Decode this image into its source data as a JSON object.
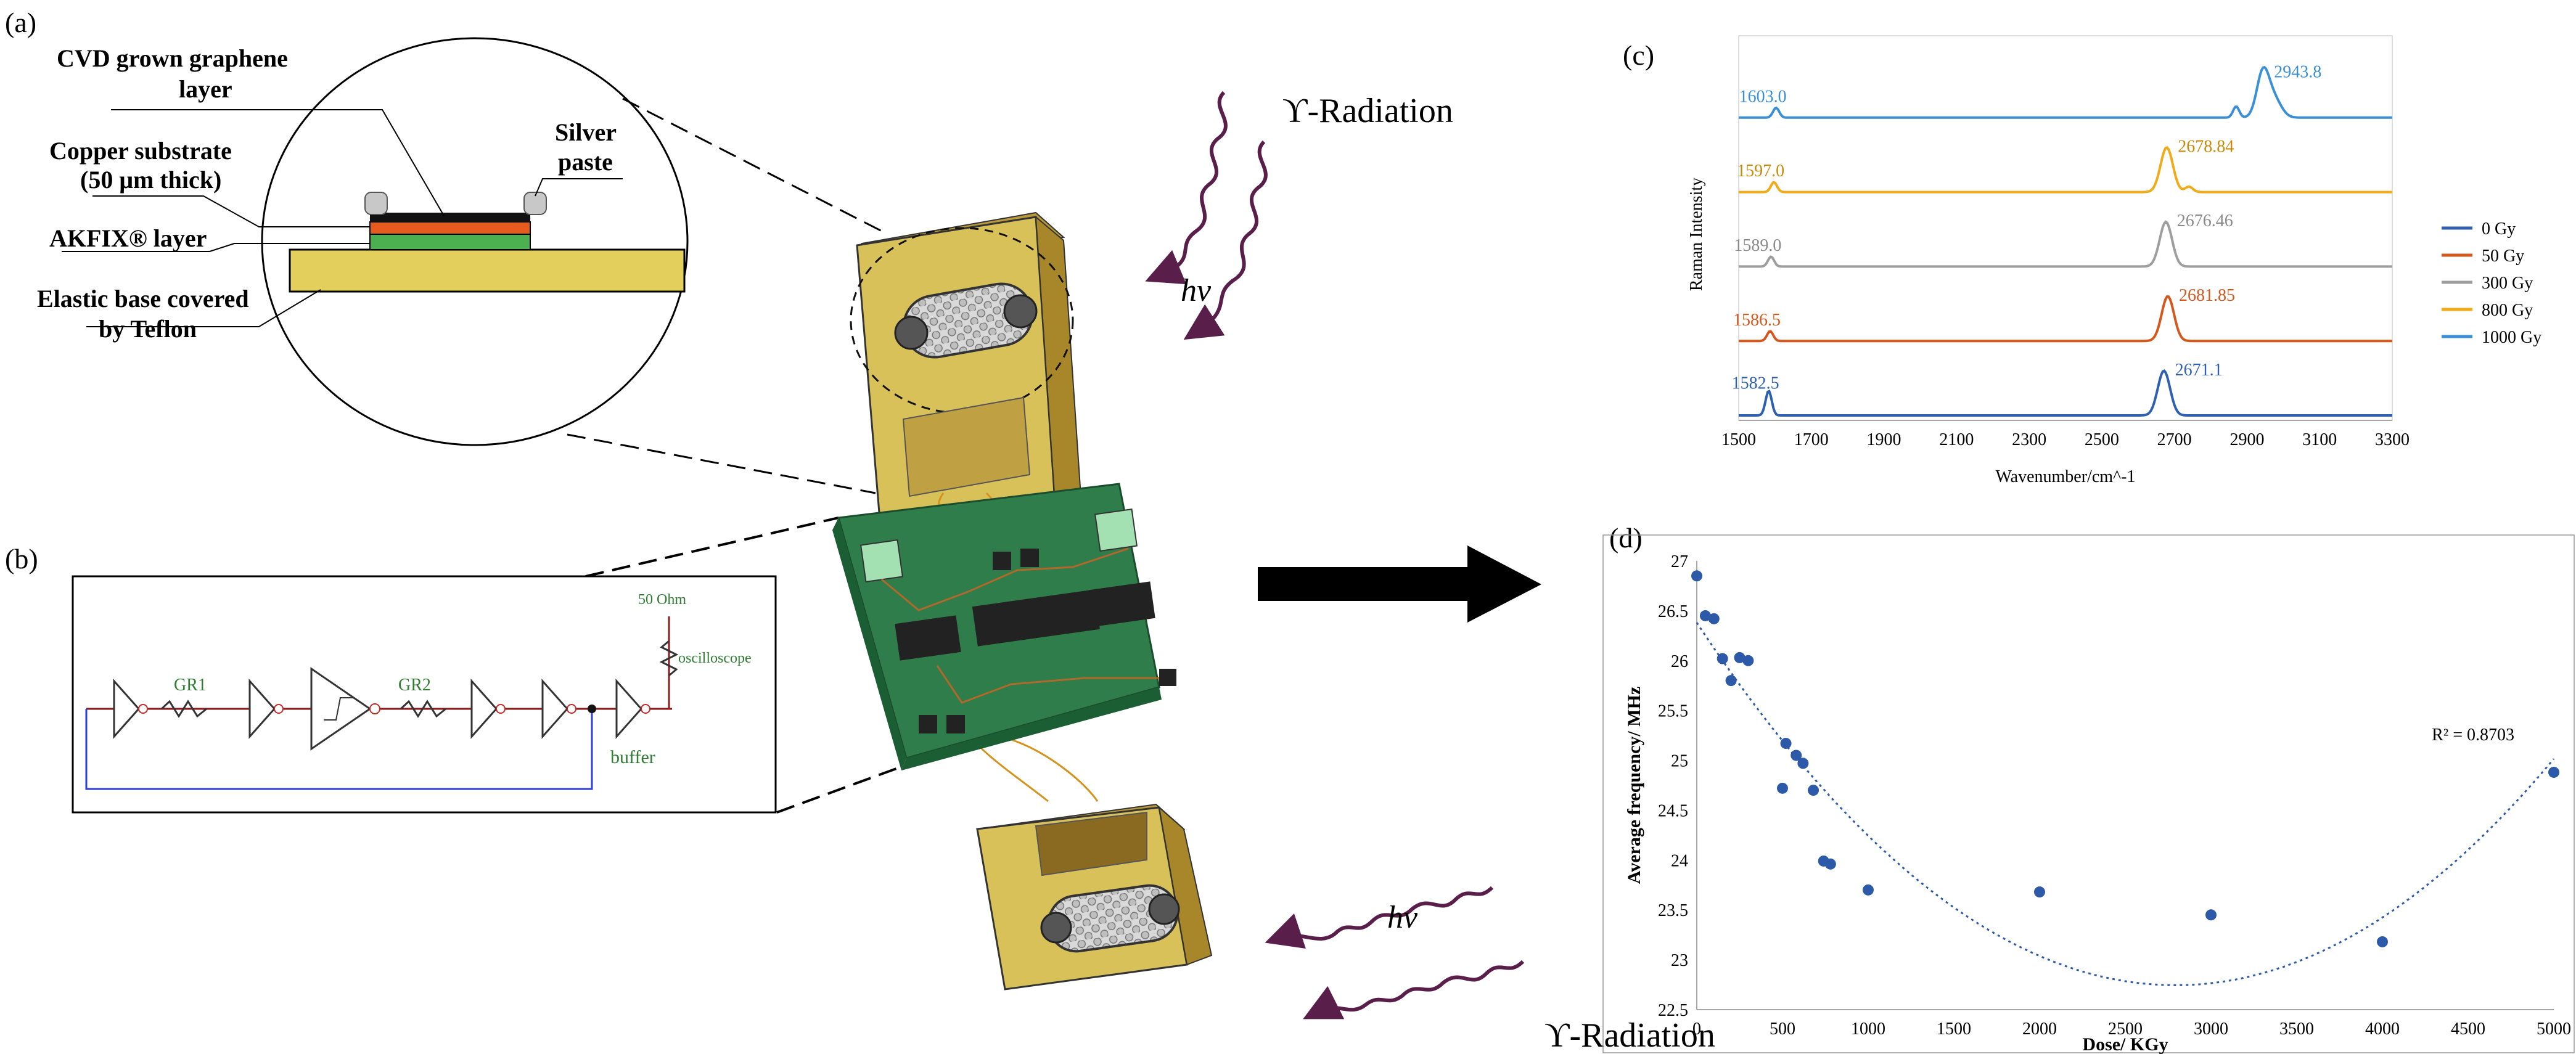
{
  "panel_a": {
    "label": "(a)",
    "graphene": "CVD grown graphene",
    "graphene_2": "layer",
    "copper": "Copper substrate",
    "copper_2": "(50 μm thick)",
    "silver": "Silver",
    "silver_2": "paste",
    "akfix": "AKFIX® layer",
    "base": "Elastic base covered",
    "base_2": "by Teflon"
  },
  "panel_b": {
    "label": "(b)",
    "gr1": "GR1",
    "gr2": "GR2",
    "ohm": "50 Ohm",
    "osc": "oscilloscope",
    "buffer": "buffer"
  },
  "radiation": {
    "gamma": "ϒ-Radiation",
    "hv": "hν"
  },
  "panel_c": {
    "label": "(c)"
  },
  "panel_d": {
    "label": "(d)"
  },
  "colors": {
    "gold": "#d9c15a",
    "pcb": "#2e7d4a",
    "wave": "#5a1e4a",
    "s0": "#2e5fb0",
    "s50": "#d4581e",
    "s300": "#9e9e9e",
    "s800": "#f0aa1a",
    "s1000": "#3a8fd6",
    "dots": "#2d5aa8"
  },
  "chart_data": [
    {
      "type": "line",
      "ylabel": "Raman Intensity",
      "xlabel": "Wavenumber/cm^-1",
      "xlim": [
        1500,
        3300
      ],
      "xticks": [
        1500,
        1700,
        1900,
        2100,
        2300,
        2500,
        2700,
        2900,
        3100,
        3300
      ],
      "legend_position": "right",
      "grid": false,
      "series": [
        {
          "name": "0 Gy",
          "color": "#2e5fb0",
          "peaks": [
            {
              "x": 1582.5,
              "label": "1582.5"
            },
            {
              "x": 2671.1,
              "label": "2671.1"
            }
          ]
        },
        {
          "name": "50 Gy",
          "color": "#d4581e",
          "peaks": [
            {
              "x": 1586.5,
              "label": "1586.5"
            },
            {
              "x": 2681.85,
              "label": "2681.85"
            }
          ]
        },
        {
          "name": "300 Gy",
          "color": "#9e9e9e",
          "peaks": [
            {
              "x": 1589.0,
              "label": "1589.0"
            },
            {
              "x": 2676.46,
              "label": "2676.46"
            }
          ]
        },
        {
          "name": "800 Gy",
          "color": "#f0aa1a",
          "peaks": [
            {
              "x": 1597.0,
              "label": "1597.0"
            },
            {
              "x": 2678.84,
              "label": "2678.84"
            }
          ]
        },
        {
          "name": "1000 Gy",
          "color": "#3a8fd6",
          "peaks": [
            {
              "x": 1603.0,
              "label": "1603.0"
            },
            {
              "x": 2943.8,
              "label": "2943.8"
            }
          ]
        }
      ]
    },
    {
      "type": "scatter",
      "xlabel": "Dose/ KGy",
      "ylabel": "Average frequency/ MHz",
      "xlim": [
        0,
        5000
      ],
      "ylim": [
        22.5,
        27
      ],
      "xticks": [
        0,
        500,
        1000,
        1500,
        2000,
        2500,
        3000,
        3500,
        4000,
        4500,
        5000
      ],
      "yticks": [
        22.5,
        23,
        23.5,
        24,
        24.5,
        25,
        25.5,
        26,
        26.5,
        27
      ],
      "trendline": "polynomial",
      "r2_label": "R² = 0.8703",
      "points": [
        [
          0,
          26.85
        ],
        [
          50,
          26.45
        ],
        [
          100,
          26.42
        ],
        [
          150,
          26.02
        ],
        [
          200,
          25.8
        ],
        [
          250,
          26.03
        ],
        [
          300,
          26.0
        ],
        [
          500,
          24.72
        ],
        [
          520,
          25.17
        ],
        [
          580,
          25.05
        ],
        [
          620,
          24.97
        ],
        [
          680,
          24.7
        ],
        [
          740,
          23.99
        ],
        [
          780,
          23.96
        ],
        [
          1000,
          23.7
        ],
        [
          2000,
          23.68
        ],
        [
          3000,
          23.45
        ],
        [
          4000,
          23.18
        ],
        [
          5000,
          24.88
        ]
      ]
    }
  ]
}
